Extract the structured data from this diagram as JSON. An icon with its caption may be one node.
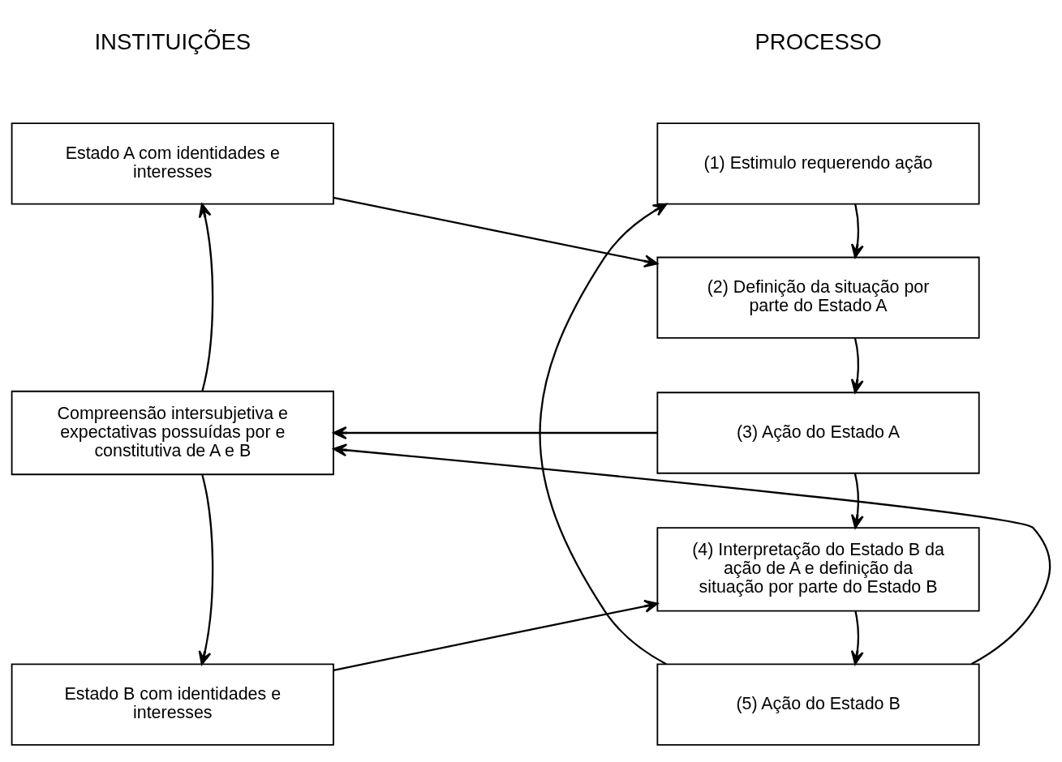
{
  "diagram": {
    "nodes": [
      {
        "text": [
          "Estado A com identidades e interesses"
        ]
      },
      {
        "text": [
          "Compreensão intersubjetiva e expectativas possuídas por e constitutiva de A e B"
        ]
      },
      {
        "text": [
          "Estado B com identidades e interesses"
        ]
      },
      {
        "text": [
          "(1) Estimulo requerendo ação"
        ]
      },
      {
        "text": [
          "(2) Definição da situação por parte do Estado A"
        ]
      },
      {
        "text": [
          "(3) Ação do Estado A"
        ]
      },
      {
        "text": [
          "(4) Interpretação do Estado B da ação de A e definição da situação por parte do Estado B"
        ]
      },
      {
        "text": [
          "(5) Ação do Estado B"
        ]
      }
    ],
    "edges": [
      {
        "from": 0,
        "to": 4,
        "arrow": "to"
      },
      {
        "from": 3,
        "to": 4,
        "arrow": "to"
      },
      {
        "from": 1,
        "to": 0,
        "arrow": "to"
      },
      {
        "from": 4,
        "to": 5,
        "arrow": "to"
      },
      {
        "from": 5,
        "to": 1,
        "arrow": "to"
      },
      {
        "from": 5,
        "to": 6,
        "arrow": "to"
      },
      {
        "from": 1,
        "to": 2,
        "arrow": "to"
      },
      {
        "from": 7,
        "to": 1,
        "arrow": "to"
      },
      {
        "from": 2,
        "to": 6,
        "arrow": "to"
      },
      {
        "from": 6,
        "to": 7,
        "arrow": "to"
      },
      {
        "from": 7,
        "to": 3,
        "arrow": "to"
      }
    ],
    "labels": [
      "INSTITUIÇÕES",
      "PROCESSO"
    ]
  }
}
